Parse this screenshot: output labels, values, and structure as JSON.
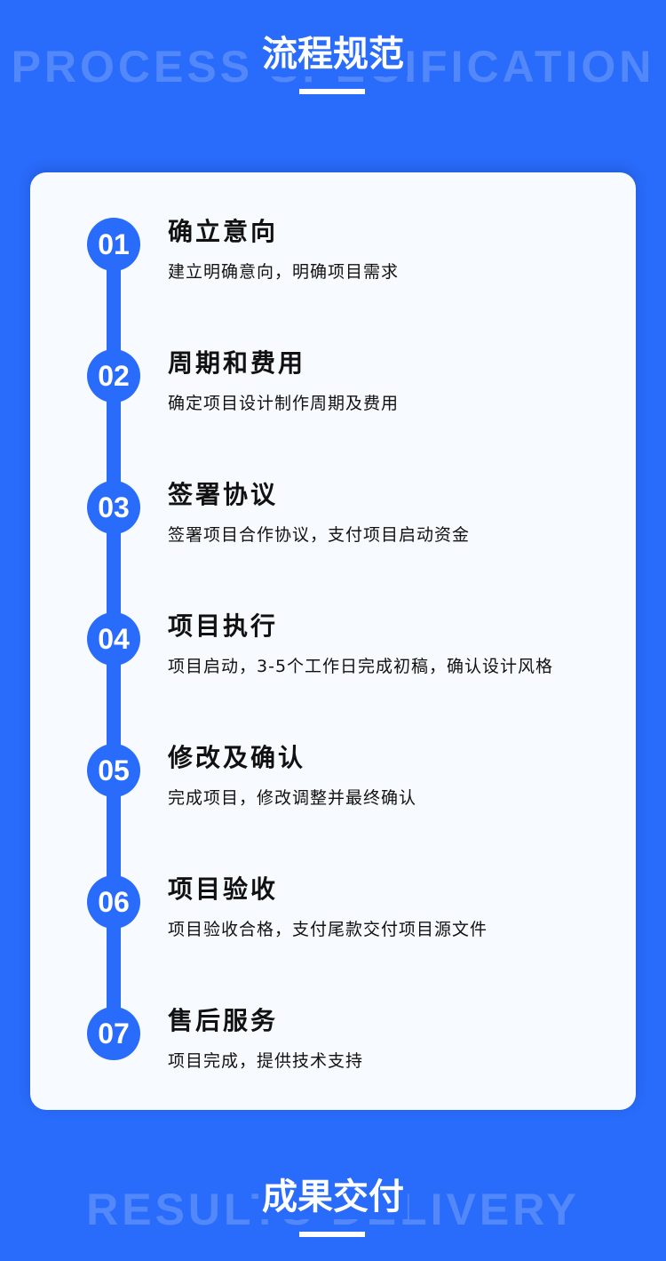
{
  "header": {
    "ghost": "PROCESS SPECIFICATION",
    "title": "流程规范"
  },
  "steps": [
    {
      "num": "01",
      "title": "确立意向",
      "desc": "建立明确意向，明确项目需求"
    },
    {
      "num": "02",
      "title": "周期和费用",
      "desc": "确定项目设计制作周期及费用"
    },
    {
      "num": "03",
      "title": "签署协议",
      "desc": "签署项目合作协议，支付项目启动资金"
    },
    {
      "num": "04",
      "title": "项目执行",
      "desc": "项目启动，3-5个工作日完成初稿，确认设计风格"
    },
    {
      "num": "05",
      "title": "修改及确认",
      "desc": "完成项目，修改调整并最终确认"
    },
    {
      "num": "06",
      "title": "项目验收",
      "desc": "项目验收合格，支付尾款交付项目源文件"
    },
    {
      "num": "07",
      "title": "售后服务",
      "desc": "项目完成，提供技术支持"
    }
  ],
  "footer": {
    "ghost": "RESULTS DELIVERY",
    "title": "成果交付"
  }
}
